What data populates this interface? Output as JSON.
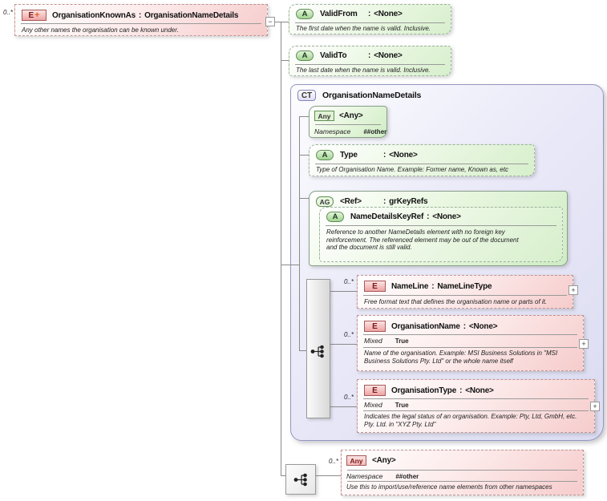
{
  "root_element": {
    "occurrence": "0..*",
    "badge": "E",
    "badge_plus": "+",
    "name": "OrganisationKnownAs",
    "type": "OrganisationNameDetails",
    "description": "Any other names the organisation can be known under."
  },
  "attributes": [
    {
      "badge": "A",
      "name": "ValidFrom",
      "type": "<None>",
      "description": "The first date when the name is valid. Inclusive."
    },
    {
      "badge": "A",
      "name": "ValidTo",
      "type": "<None>",
      "description": "The last date when the name is valid. Inclusive."
    }
  ],
  "complex_type": {
    "badge": "CT",
    "title": "OrganisationNameDetails",
    "any": {
      "badge": "Any",
      "title": "<Any>",
      "ns_label": "Namespace",
      "ns_value": "##other"
    },
    "type_attr": {
      "badge": "A",
      "name": "Type",
      "type": "<None>",
      "description": "Type of Organisation Name. Example: Former name, Known as, etc"
    },
    "attr_group": {
      "badge": "AG",
      "name": "<Ref>",
      "type": "grKeyRefs",
      "key_ref": {
        "badge": "A",
        "name": "NameDetailsKeyRef",
        "type": "<None>",
        "description": "Reference to another NameDetails element with no foreign key reinforcement. The referenced element may be out of the document and the document is still valid."
      }
    },
    "elements": [
      {
        "occurrence": "0..*",
        "badge": "E",
        "name": "NameLine",
        "type": "NameLineType",
        "description": "Free format text that defines the organisation name or parts of it."
      },
      {
        "occurrence": "0..*",
        "badge": "E",
        "name": "OrganisationName",
        "type": "<None>",
        "mixed_label": "Mixed",
        "mixed_value": "True",
        "description": "Name of the organisation. Example: MSI Business Solutions in \"MSI Business Solutions Pty. Ltd\" or the whole name itself"
      },
      {
        "occurrence": "0..*",
        "badge": "E",
        "name": "OrganisationType",
        "type": "<None>",
        "mixed_label": "Mixed",
        "mixed_value": "True",
        "description": "Indicates the legal status of an organisation. Example: Pty, Ltd, GmbH, etc. Pty. Ltd. in \"XYZ Pty. Ltd\""
      }
    ]
  },
  "bottom_any": {
    "occurrence": "0..*",
    "badge": "Any",
    "title": "<Any>",
    "ns_label": "Namespace",
    "ns_value": "##other",
    "description": "Use this to import/use/reference name elements from other namespaces"
  },
  "icons": {
    "collapse": "−",
    "expand": "+"
  },
  "colors": {
    "element_pink": "#f6cccc",
    "attribute_green": "#d7efcc",
    "complex_type_lavender": "#dcdcf2",
    "badge_red_border": "#a85858",
    "badge_green_border": "#5f8f55",
    "ct_border": "#9595c2",
    "line_gray": "#8a8a8a"
  }
}
